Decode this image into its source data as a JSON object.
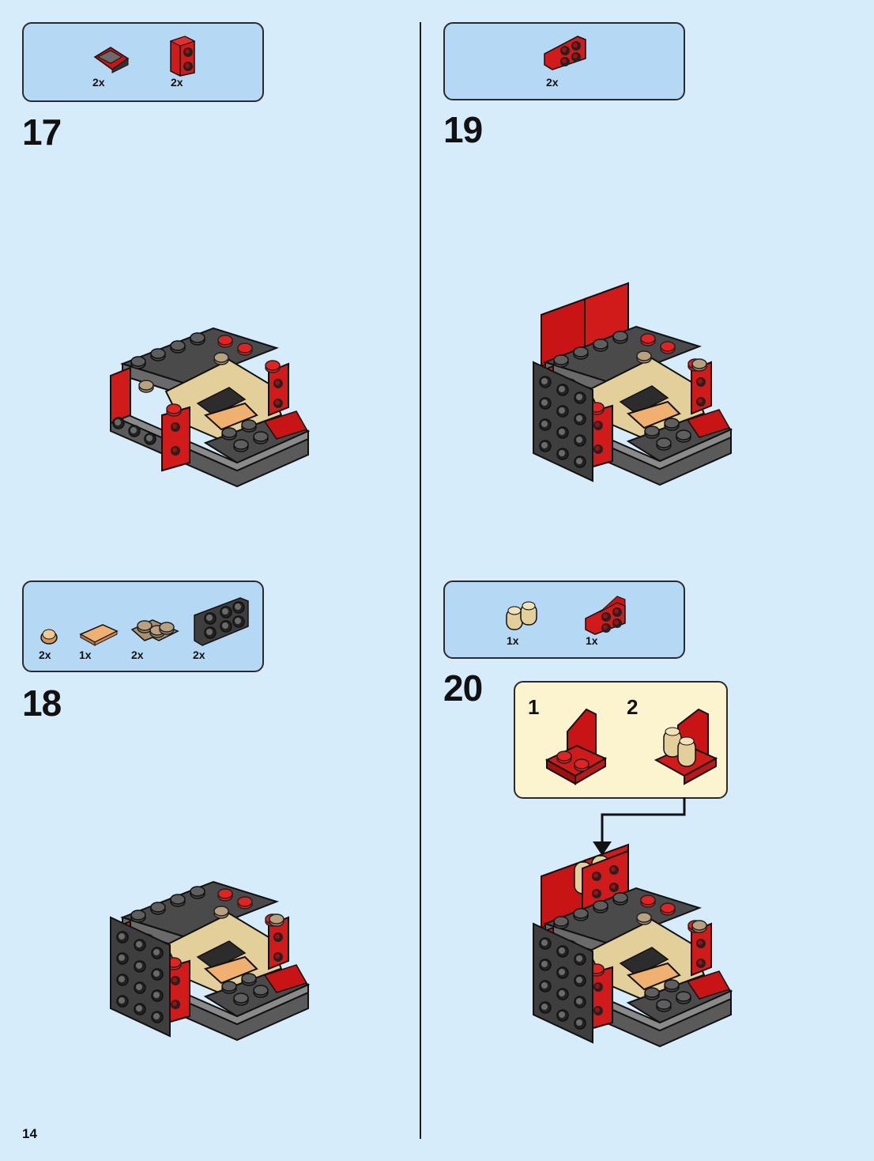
{
  "page_number": "14",
  "steps": [
    {
      "number": "17",
      "parts": [
        {
          "qty": "2x",
          "icon": "red-slope-brick-icon"
        },
        {
          "qty": "2x",
          "icon": "red-1x2-brick-icon"
        }
      ]
    },
    {
      "number": "18",
      "parts": [
        {
          "qty": "2x",
          "icon": "tan-round-tile-icon"
        },
        {
          "qty": "1x",
          "icon": "tan-tile-icon"
        },
        {
          "qty": "2x",
          "icon": "tan-corner-plate-icon"
        },
        {
          "qty": "2x",
          "icon": "gray-bracket-plate-icon"
        }
      ]
    },
    {
      "number": "19",
      "parts": [
        {
          "qty": "2x",
          "icon": "red-bracket-plate-icon"
        }
      ]
    },
    {
      "number": "20",
      "parts": [
        {
          "qty": "1x",
          "icon": "tan-round-bricks-icon"
        },
        {
          "qty": "1x",
          "icon": "red-bracket-icon"
        }
      ],
      "substeps": [
        {
          "label": "1"
        },
        {
          "label": "2"
        }
      ]
    }
  ],
  "colors": {
    "background": "#d6ecfa",
    "parts_box": "#b5d9f4",
    "substep_box": "#fcf3cf",
    "red": "#d11a1a",
    "dark_gray": "#4a4a4a",
    "tan": "#e3cf9a",
    "dark_tan": "#a89070"
  }
}
